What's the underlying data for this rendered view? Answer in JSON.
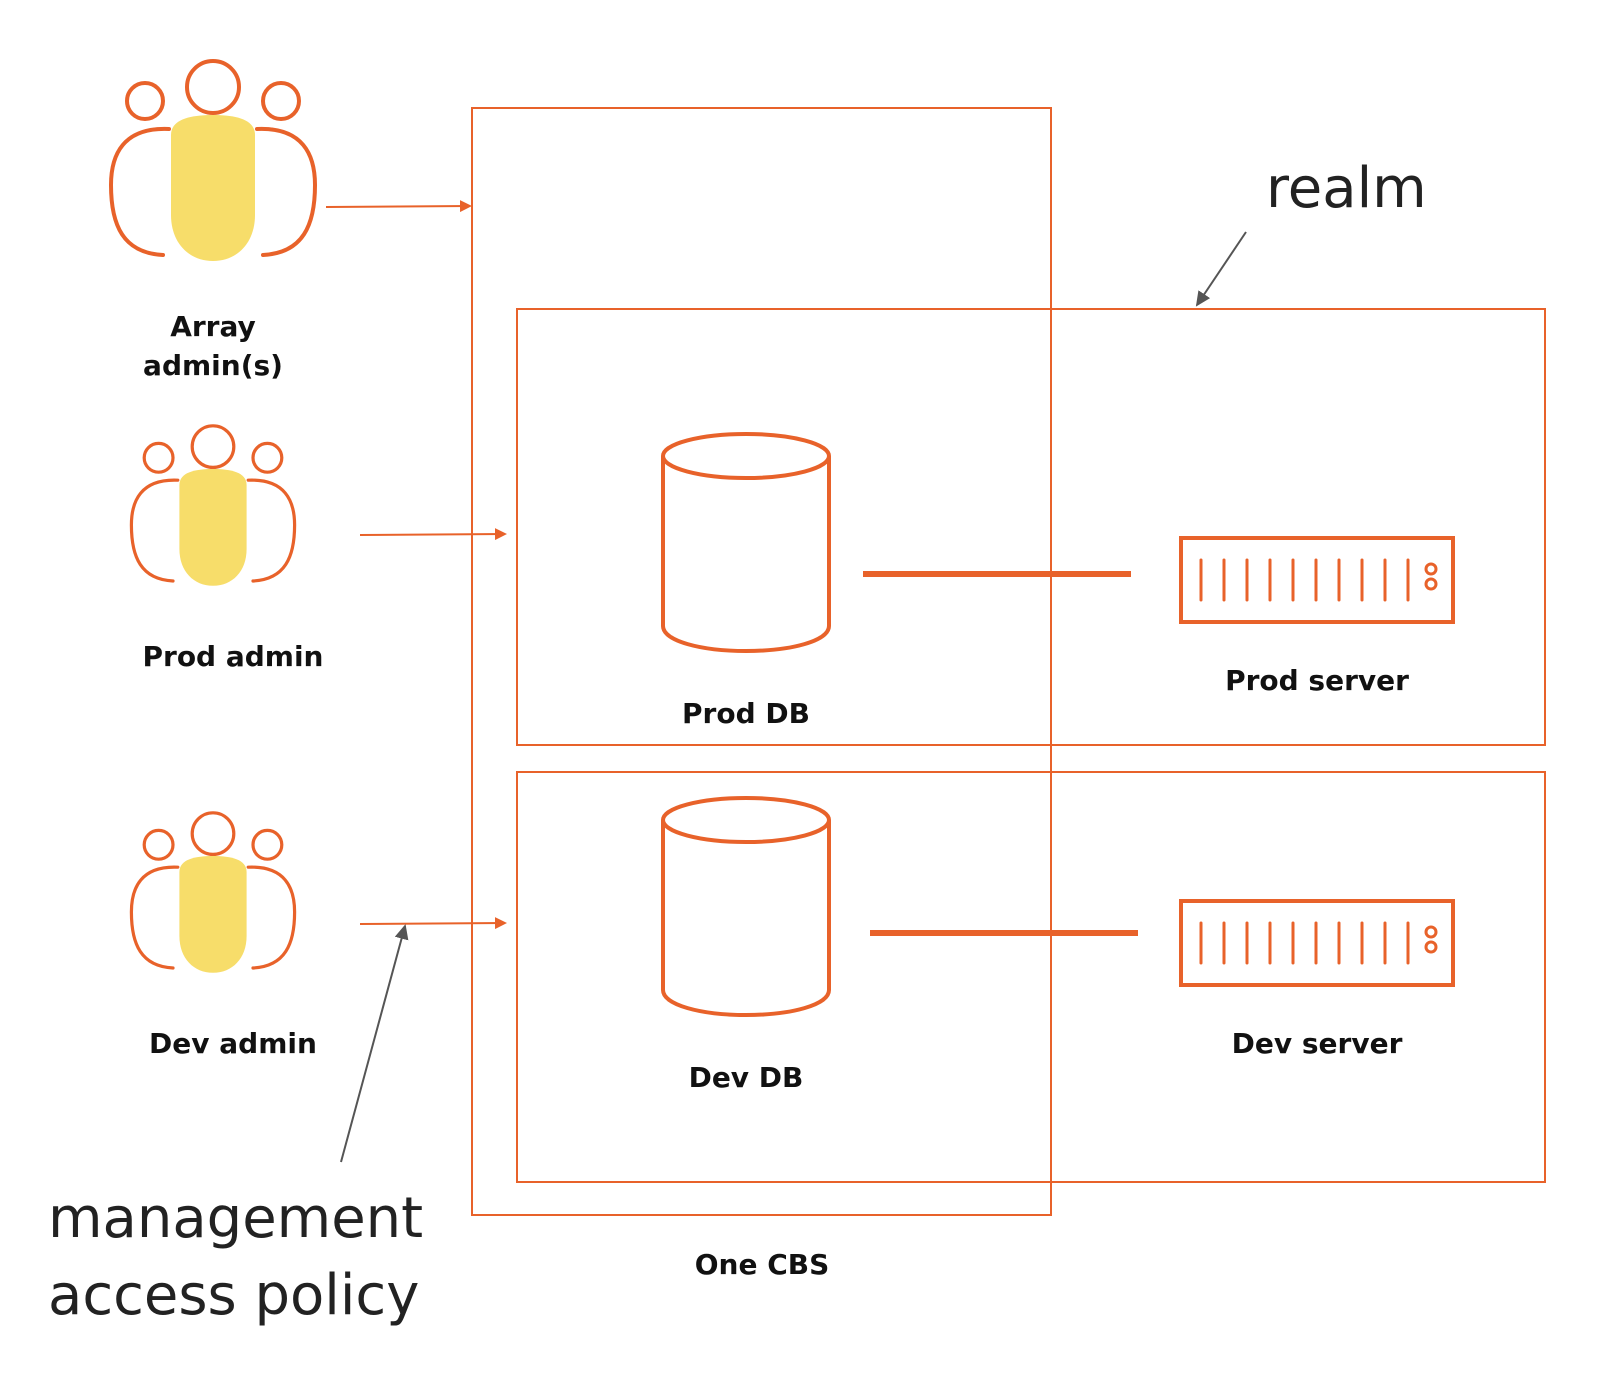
{
  "colors": {
    "accent": "#e8622a",
    "person_fill": "#f7dd6a",
    "text": "#111111",
    "callout_arrow": "#555555"
  },
  "labels": {
    "array_admins_line1": "Array",
    "array_admins_line2": "admin(s)",
    "prod_admin": "Prod admin",
    "dev_admin": "Dev admin",
    "prod_db": "Prod DB",
    "prod_server": "Prod server",
    "dev_db": "Dev DB",
    "dev_server": "Dev server",
    "one_cbs": "One CBS",
    "realm": "realm",
    "policy_line1": "management",
    "policy_line2": "access policy"
  },
  "icons": {
    "admin_group": "people-group-icon",
    "database": "database-cylinder-icon",
    "server": "rack-server-icon"
  }
}
